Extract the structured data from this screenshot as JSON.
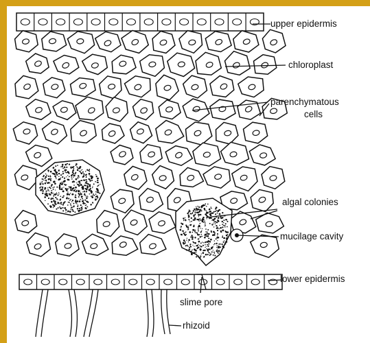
{
  "diagram": {
    "labels": {
      "upper_epidermis": "upper  epidermis",
      "chloroplast": "chloroplast",
      "parenchymatous_1": "parenchymatous",
      "parenchymatous_2": "cells",
      "algal_colonies": "algal colonies",
      "mucilage_cavity": "mucilage cavity",
      "lower_epidermis": "lower epidermis",
      "slime_pore": "slime pore",
      "rhizoid": "rhizoid"
    },
    "colors": {
      "frame": "#d4a017",
      "ink": "#111111",
      "background": "#ffffff"
    }
  }
}
